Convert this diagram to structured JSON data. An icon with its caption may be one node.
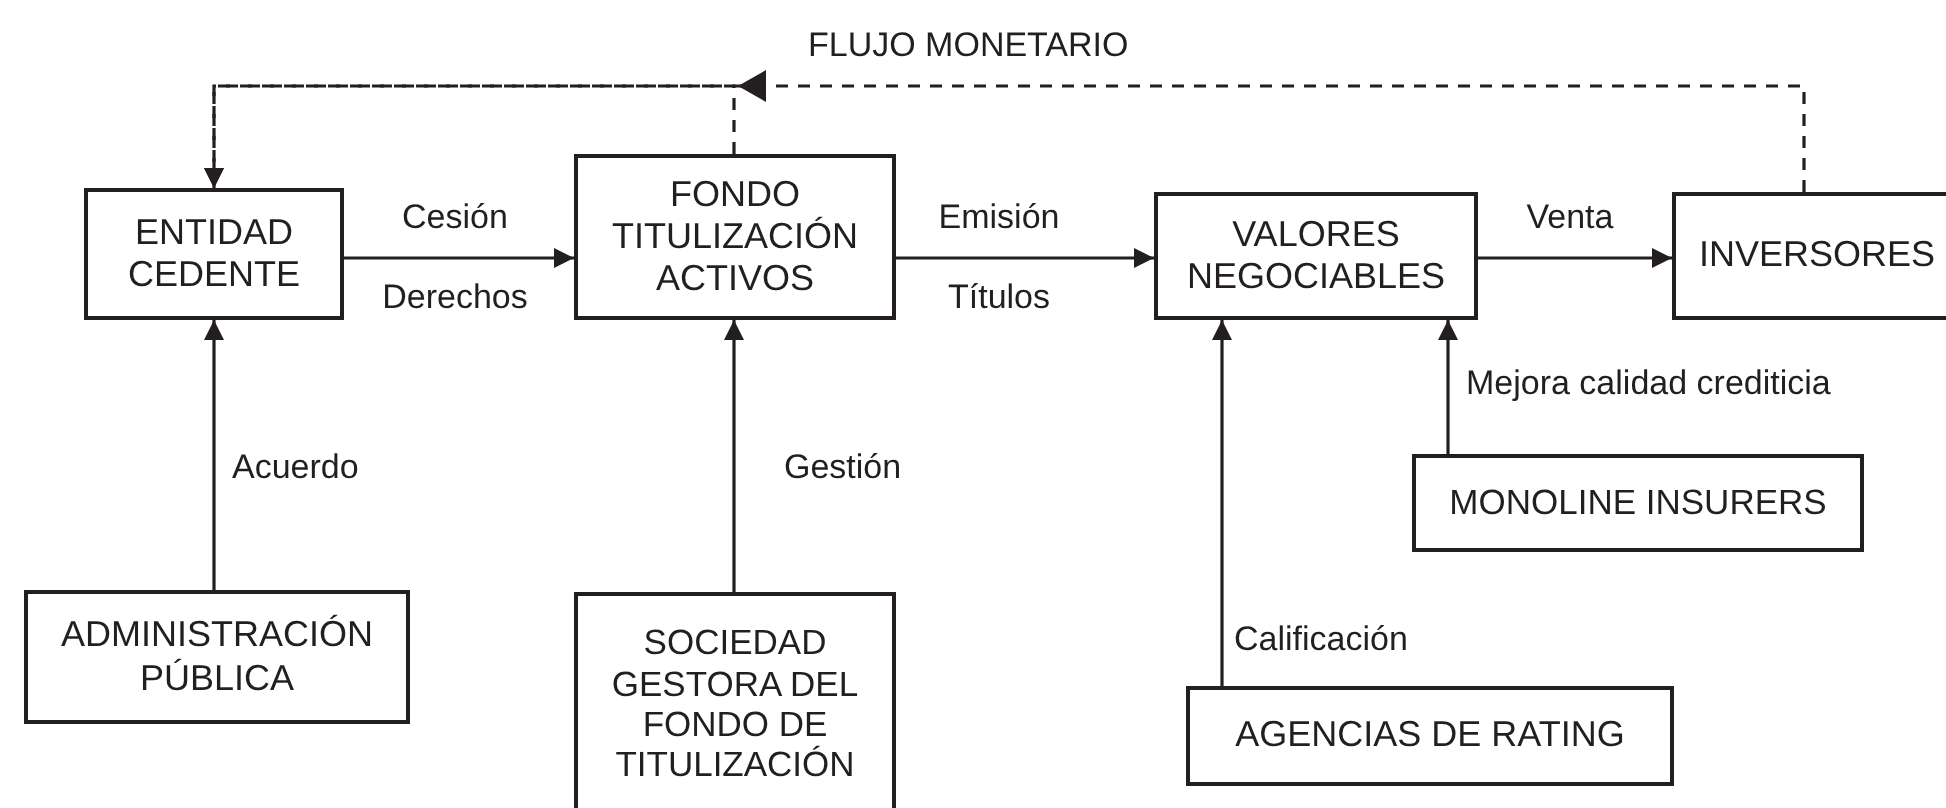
{
  "diagram": {
    "nodes": [
      {
        "text": [
          "ENTIDAD CEDENTE"
        ]
      },
      {
        "text": [
          "FONDO TITULIZACIÓN ACTIVOS"
        ]
      },
      {
        "text": [
          "VALORES NEGOCIABLES"
        ]
      },
      {
        "text": [
          "INVERSORES"
        ]
      },
      {
        "text": [
          "MONOLINE INSURERS"
        ]
      },
      {
        "text": [
          "ADMINISTRACIÓN PÚBLICA"
        ]
      },
      {
        "text": [
          "SOCIEDAD GESTORA DEL FONDO DE TITULIZACIÓN"
        ]
      },
      {
        "text": [
          "AGENCIAS DE RATING"
        ]
      }
    ],
    "edges": [
      {
        "from": 0,
        "to": 1,
        "arrow": "to",
        "label": "Cesión Derechos"
      },
      {
        "from": 1,
        "to": 2,
        "arrow": "to",
        "label": "Emisión Títulos"
      },
      {
        "from": 2,
        "to": 3,
        "arrow": "to",
        "label": "Venta"
      },
      {
        "from": 4,
        "to": 2,
        "arrow": "to",
        "label": "Mejora calidad crediticia"
      },
      {
        "from": 5,
        "to": 0,
        "arrow": "to",
        "label": "Acuerdo"
      },
      {
        "from": 6,
        "to": 1,
        "arrow": "to",
        "label": "Gestión"
      },
      {
        "from": 7,
        "to": 2,
        "arrow": "to",
        "label": "Calificación"
      },
      {
        "from": 3,
        "to": 0,
        "arrow": "to",
        "style": "dashed",
        "label": "FLUJO MONETARIO"
      },
      {
        "from": 1,
        "to": 0,
        "arrow": "to",
        "style": "dashed"
      }
    ]
  }
}
